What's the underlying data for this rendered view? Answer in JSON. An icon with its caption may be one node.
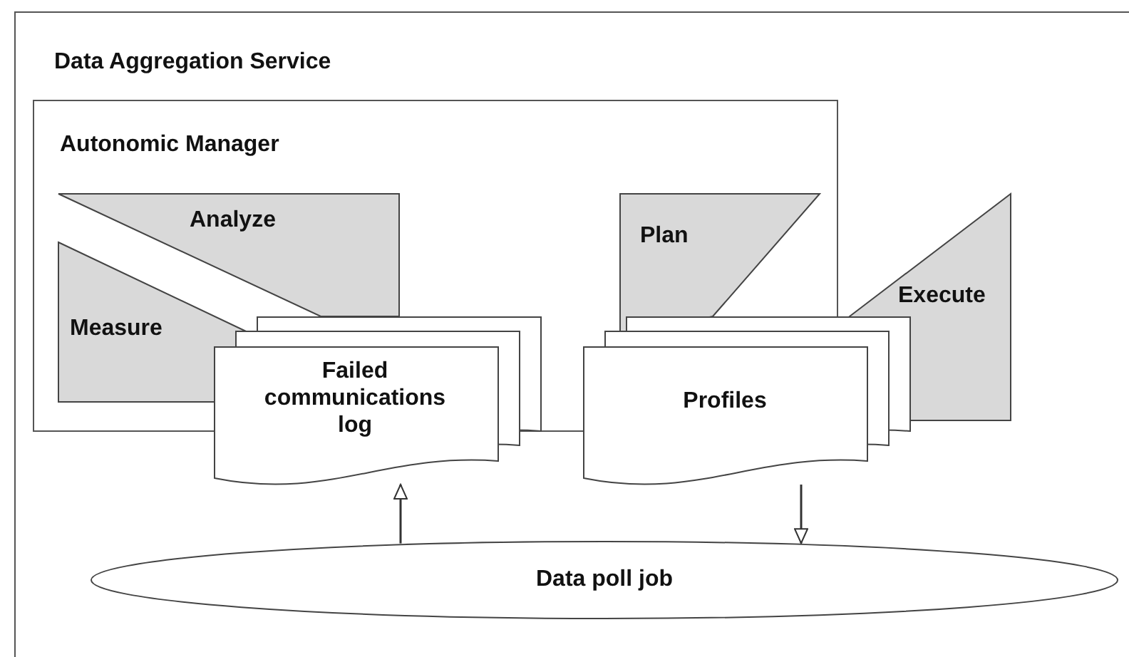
{
  "diagram": {
    "nodes": [
      {
        "text": [
          "Data Aggregation Service"
        ]
      },
      {
        "text": [
          "Autonomic Manager"
        ],
        "in": 0
      },
      {
        "text": [
          "Analyze"
        ],
        "in": 1
      },
      {
        "text": [
          "Measure"
        ],
        "in": 1
      },
      {
        "text": [
          "Plan"
        ],
        "in": 1
      },
      {
        "text": [
          "Execute"
        ],
        "in": 0
      },
      {
        "text": [
          "Failed communications log"
        ],
        "in": 0
      },
      {
        "text": [
          "Profiles"
        ],
        "in": 0
      },
      {
        "text": [
          "Data poll job"
        ],
        "in": 0
      }
    ],
    "edges": [
      {
        "from": 8,
        "to": 6,
        "arrow": "to"
      },
      {
        "from": 7,
        "to": 8,
        "arrow": "to"
      }
    ]
  }
}
